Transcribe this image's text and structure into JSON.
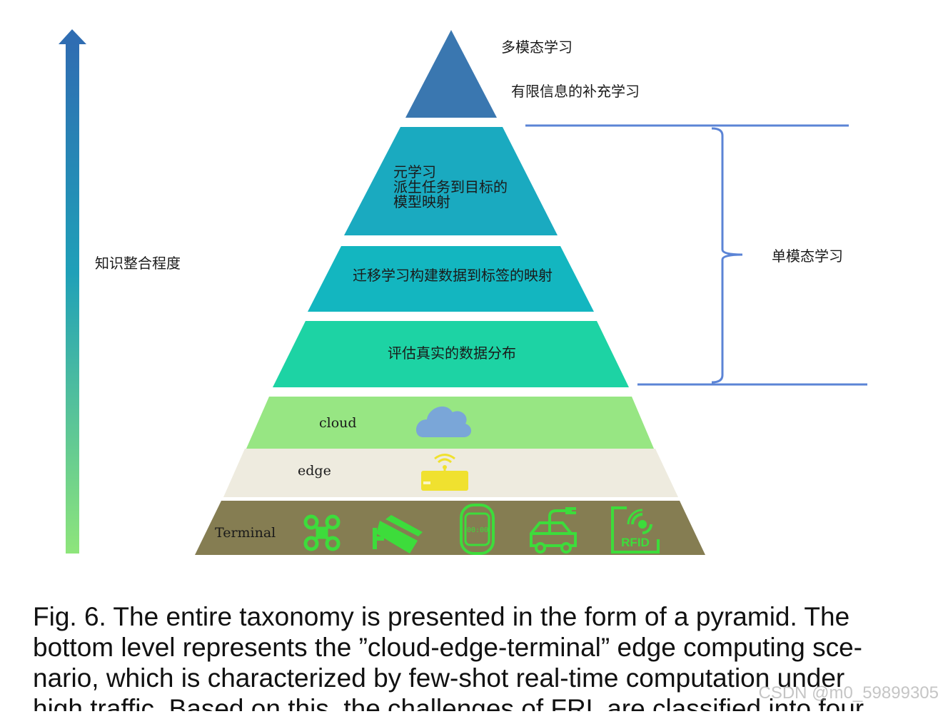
{
  "axis": {
    "label": "知识整合程度"
  },
  "levels": {
    "top": [
      "多模态学习",
      "有限信息的补充学习"
    ],
    "meta": [
      "元学习",
      "派生任务到目标的",
      "模型映射"
    ],
    "transfer": "迁移学习构建数据到标签的映射",
    "distribution": "评估真实的数据分布",
    "cloud": "cloud",
    "edge": "edge",
    "terminal": "Terminal"
  },
  "bracket": {
    "label": "单模态学习"
  },
  "icons": {
    "cloud": "cloud-icon",
    "edge": "router-icon",
    "terminal": [
      "drone-icon",
      "camera-icon",
      "smartwatch-icon",
      "electric-car-icon",
      "rfid-icon"
    ],
    "watch_text": "00:00",
    "rfid_text": "RFID"
  },
  "colors": {
    "top": "#3a77b0",
    "meta": "#1aaac0",
    "transfer": "#13b6c0",
    "distribution": "#1dd3a4",
    "cloud_band": "#97e683",
    "edge_band": "#eeebdf",
    "terminal_band": "#857d52",
    "terminal_icons": "#3ddc3b",
    "cloud_icon": "#7aa6d8",
    "router_icon": "#f0e12f",
    "bracket": "#5b84d6"
  },
  "caption": {
    "lines": [
      "Fig. 6. The entire taxonomy is presented in the form of a pyramid. The",
      "bottom level represents the ”cloud-edge-terminal” edge computing sce-",
      "nario, which is characterized by few-shot real-time computation under",
      "high traffic. Based on this, the challenges of FRL are classified into four"
    ]
  },
  "watermark": "CSDN @m0_59899305"
}
